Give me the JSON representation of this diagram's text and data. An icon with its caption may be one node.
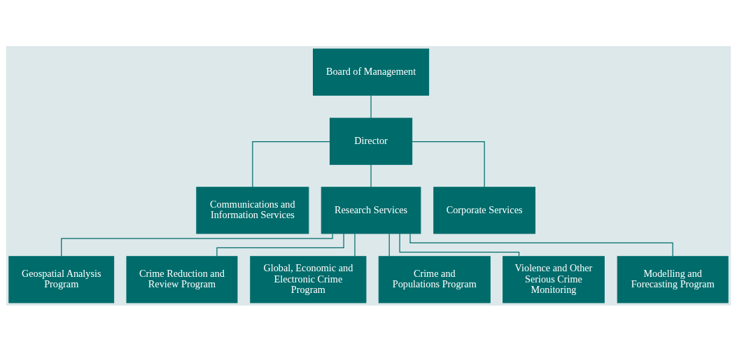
{
  "diagram": {
    "nodes": [
      {
        "text": [
          "Board of Management"
        ]
      },
      {
        "text": [
          "Director"
        ]
      },
      {
        "text": [
          "Communications and Information Services"
        ]
      },
      {
        "text": [
          "Research Services"
        ]
      },
      {
        "text": [
          "Corporate Services"
        ]
      },
      {
        "text": [
          "Geospatial Analysis Program"
        ]
      },
      {
        "text": [
          "Crime Reduction and Review Program"
        ]
      },
      {
        "text": [
          "Global, Economic and Electronic Crime Program"
        ]
      },
      {
        "text": [
          "Crime and Populations Program"
        ]
      },
      {
        "text": [
          "Violence and Other Serious Crime Monitoring"
        ]
      },
      {
        "text": [
          "Modelling and Forecasting Program"
        ]
      }
    ],
    "edges": [
      {
        "from": 0,
        "to": 1,
        "arrow": "none"
      },
      {
        "from": 1,
        "to": 2,
        "arrow": "none"
      },
      {
        "from": 1,
        "to": 3,
        "arrow": "none"
      },
      {
        "from": 1,
        "to": 4,
        "arrow": "none"
      },
      {
        "from": 3,
        "to": 5,
        "arrow": "none"
      },
      {
        "from": 3,
        "to": 6,
        "arrow": "none"
      },
      {
        "from": 3,
        "to": 7,
        "arrow": "none"
      },
      {
        "from": 3,
        "to": 8,
        "arrow": "none"
      },
      {
        "from": 3,
        "to": 9,
        "arrow": "none"
      },
      {
        "from": 3,
        "to": 10,
        "arrow": "none"
      }
    ]
  }
}
